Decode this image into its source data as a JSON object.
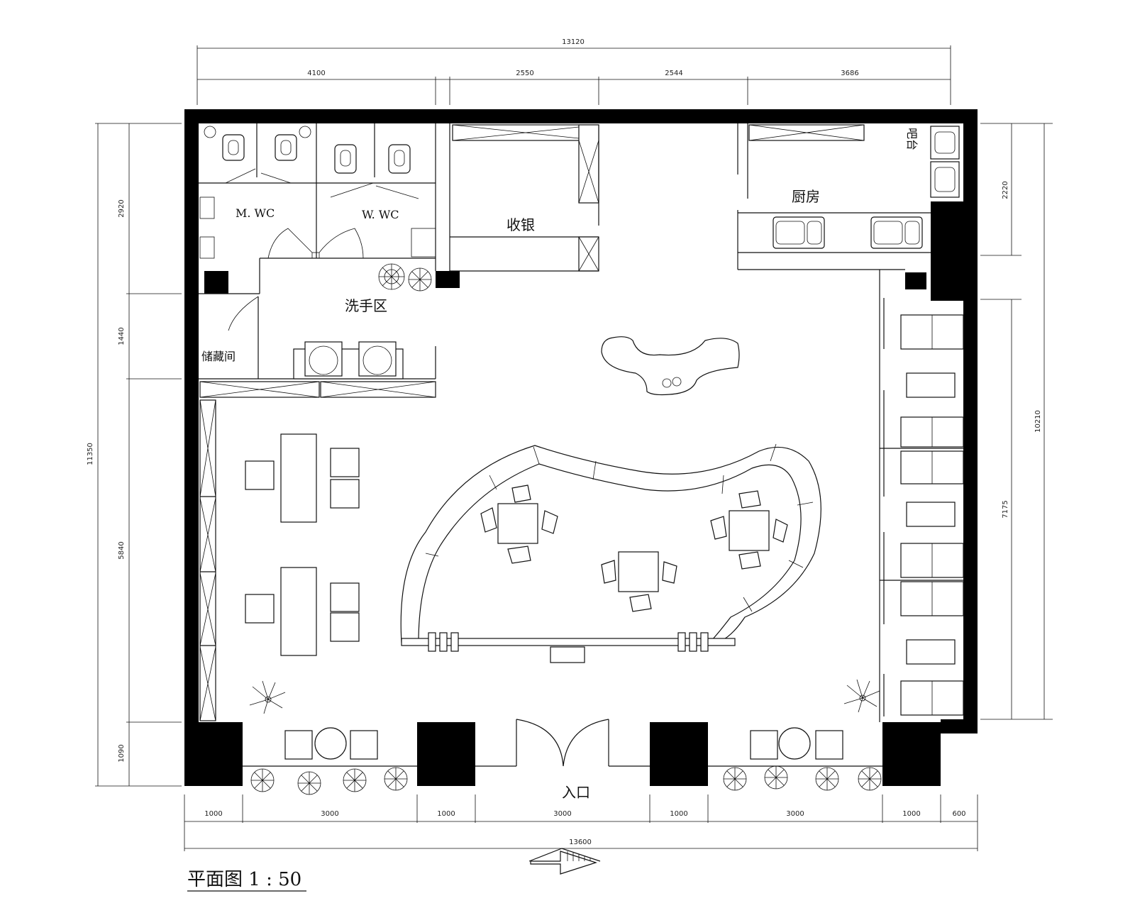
{
  "title": "平面图 1 : 50",
  "rooms": {
    "men_wc": "M. WC",
    "women_wc": "W. WC",
    "cashier": "收银",
    "kitchen": "厨房",
    "wash_area": "洗手区",
    "storage": "储藏间",
    "entrance": "入口",
    "side_label": "吧台"
  },
  "dimensions": {
    "top_total": "13120",
    "top_segments": [
      "4100",
      "2550",
      "2544",
      "3686"
    ],
    "bottom_total": "13600",
    "bottom_segments": [
      "1000",
      "3000",
      "1000",
      "3000",
      "1000",
      "3000",
      "1000",
      "600"
    ],
    "left_total": "11350",
    "left_segments": [
      "2920",
      "1440",
      "5840",
      "1090"
    ],
    "right_total": "10210",
    "right_segments": [
      "2220",
      "7175"
    ]
  },
  "icons": [
    "north-arrow-icon",
    "plant-icon",
    "toilet-icon",
    "sink-icon",
    "chair-icon",
    "table-icon"
  ]
}
